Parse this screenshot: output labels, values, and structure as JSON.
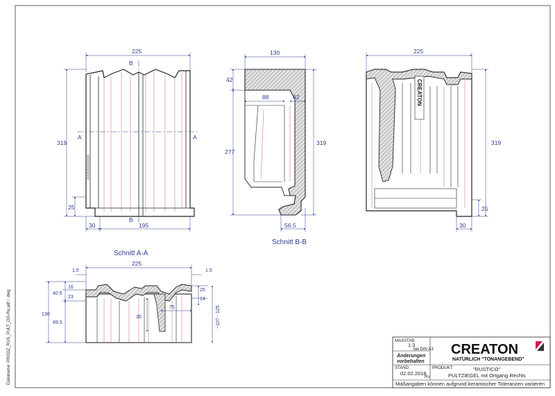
{
  "drawing": {
    "file_path_note": "Dateiname: PRODZ_RUS_PULT_OG-Re.pdf / .dwg",
    "section_labels": {
      "a": "Schnitt A-A",
      "b": "Schnitt B-B"
    },
    "section_marks": {
      "a": "A",
      "b": "B"
    },
    "front_view": {
      "width": "225",
      "height": "319",
      "bottom": "25",
      "left": "30",
      "span": "195"
    },
    "section_bb": {
      "width": "130",
      "top": "42",
      "inner": "88",
      "lip": "42",
      "height_left": "277",
      "height_right": "319",
      "foot": "56.5"
    },
    "back_view": {
      "width": "225",
      "height": "319",
      "bottom": "25",
      "left": "30",
      "stamp": "CREATON"
    },
    "section_aa": {
      "width": "225",
      "edge_left": "1.5",
      "edge_right": "1.5",
      "d16": "16",
      "d40": "40.5",
      "d23": "23",
      "d130": "130",
      "d89": "89.5",
      "d35": "35",
      "d75": "75",
      "d25": "25",
      "d14": "14",
      "range": "~107 - 125"
    }
  },
  "title_block": {
    "massstab_label": "MASSTAB:",
    "massstab_value": "1:3",
    "massstab_note": "bei DIN A3",
    "changes_line1": "Änderungen",
    "changes_line2": "vorbehalten",
    "stand_label": "STAND:",
    "stand_value": "02.02.2018",
    "stand_suffix": "Rs",
    "produkt_label": "PRODUKT:",
    "product_name": "\"RUSTICO\"",
    "product_desc": "PULTZIEGEL mit Ortgang Rechts",
    "brand": "CREATON",
    "tagline": "NATÜRLICH \"TONANGEBEND\"",
    "footer": "Maßangaben können aufgrund keramischer Toleranzen variieren"
  },
  "colors": {
    "dimension": "#2b3a8f",
    "outline": "#222222",
    "hatch_fill": "#d8d8d8",
    "detail": "#c86464",
    "brand_accent": "#d4145a"
  }
}
